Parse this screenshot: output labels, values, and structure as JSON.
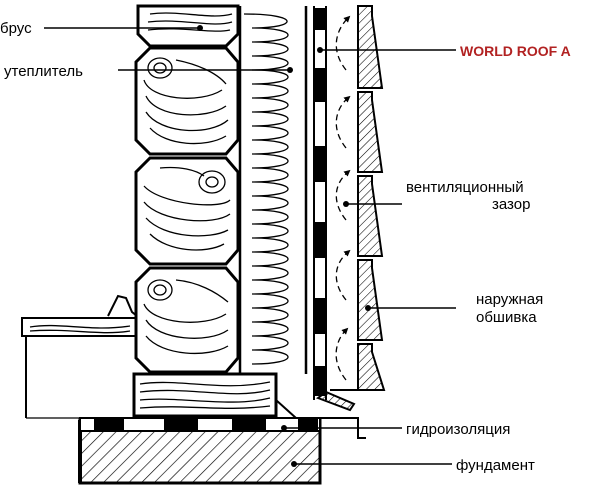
{
  "labels": {
    "timber": "брус",
    "insulation": "утеплитель",
    "brand": "WORLD ROOF A",
    "vent_gap_line1": "вентиляционный",
    "vent_gap_line2": "зазор",
    "cladding_line1": "наружная",
    "cladding_line2": "обшивка",
    "waterproofing": "гидроизоляция",
    "foundation": "фундамент"
  },
  "colors": {
    "ink": "#000000",
    "brand": "#b22222",
    "background": "#ffffff"
  }
}
